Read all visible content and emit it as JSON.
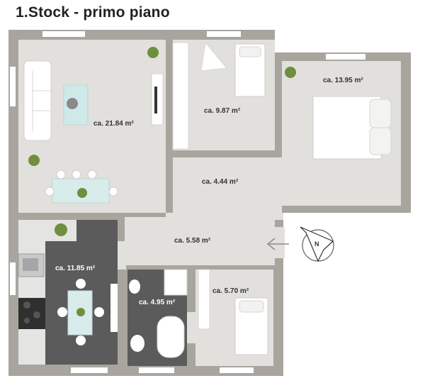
{
  "title": "1.Stock - primo piano",
  "rooms": [
    {
      "id": "living",
      "label": "ca. 21.84 m²",
      "tone": "light-floor"
    },
    {
      "id": "bedroom-small",
      "label": "ca. 9.87 m²",
      "tone": "light-floor"
    },
    {
      "id": "bedroom-large",
      "label": "ca. 13.95 m²",
      "tone": "light-floor"
    },
    {
      "id": "hall-upper",
      "label": "ca. 4.44 m²",
      "tone": "light-floor"
    },
    {
      "id": "hall-lower",
      "label": "ca. 5.58 m²",
      "tone": "light-floor"
    },
    {
      "id": "kitchen",
      "label": "ca. 11.85 m²",
      "tone": "dark-floor"
    },
    {
      "id": "bathroom",
      "label": "ca. 4.95 m²",
      "tone": "dark-floor"
    },
    {
      "id": "bedroom-single",
      "label": "ca. 5.70 m²",
      "tone": "light-floor"
    }
  ],
  "compass_letter": "N",
  "colors": {
    "wall": "#a8a59f",
    "floor_light": "#e2e0dc",
    "floor_dark": "#5c5b5b",
    "furniture": "#ffffff",
    "plant": "#6f8f3c"
  }
}
